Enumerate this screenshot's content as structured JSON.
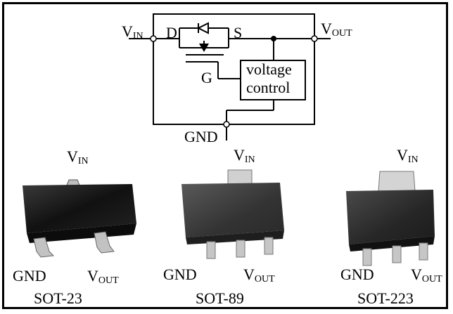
{
  "schematic": {
    "vin": {
      "main": "V",
      "sub": "IN"
    },
    "vout": {
      "main": "V",
      "sub": "OUT"
    },
    "gnd": "GND",
    "drain": "D",
    "source": "S",
    "gate": "G",
    "control_line1": "voltage",
    "control_line2": "control"
  },
  "packages": [
    {
      "name": "SOT-23",
      "top_pin": {
        "main": "V",
        "sub": "IN"
      },
      "left_pin": "GND",
      "right_pin": {
        "main": "V",
        "sub": "OUT"
      }
    },
    {
      "name": "SOT-89",
      "top_pin": {
        "main": "V",
        "sub": "IN"
      },
      "left_pin": "GND",
      "right_pin": {
        "main": "V",
        "sub": "OUT"
      }
    },
    {
      "name": "SOT-223",
      "top_pin": {
        "main": "V",
        "sub": "IN"
      },
      "left_pin": "GND",
      "right_pin": {
        "main": "V",
        "sub": "OUT"
      }
    }
  ],
  "colors": {
    "line": "#000000",
    "body_dark": "#1a1a1a",
    "body_grey": "#3c3c3c",
    "lead": "#b8b8b8"
  }
}
